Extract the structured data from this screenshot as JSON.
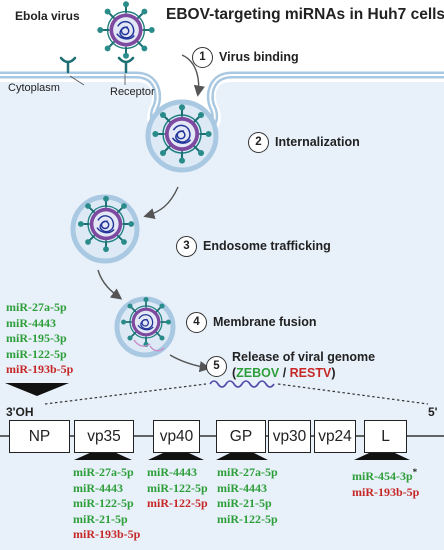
{
  "header": {
    "title": "EBOV-targeting miRNAs in Huh7 cells",
    "virus_label": "Ebola virus"
  },
  "cell": {
    "cytoplasm_label": "Cytoplasm",
    "receptor_label": "Receptor"
  },
  "steps": [
    {
      "num": "1",
      "label": "Virus binding"
    },
    {
      "num": "2",
      "label": "Internalization"
    },
    {
      "num": "3",
      "label": "Endosome trafficking"
    },
    {
      "num": "4",
      "label": "Membrane fusion"
    },
    {
      "num": "5",
      "label": "Release of viral genome"
    }
  ],
  "strain": {
    "open": "(",
    "zebov": "ZEBOV",
    "sep": " / ",
    "restv": "RESTV",
    "close": ")"
  },
  "left_mirnas": [
    {
      "text": "miR-27a-5p",
      "color": "green"
    },
    {
      "text": "miR-4443",
      "color": "green"
    },
    {
      "text": "miR-195-3p",
      "color": "green"
    },
    {
      "text": "miR-122-5p",
      "color": "green"
    },
    {
      "text": "miR-193b-5p",
      "color": "red"
    }
  ],
  "genome": {
    "end3": "3'OH",
    "end5": "5'",
    "genes": [
      "NP",
      "vp35",
      "vp40",
      "GP",
      "vp30",
      "vp24",
      "L"
    ]
  },
  "targets": {
    "vp35": [
      {
        "text": "miR-27a-5p",
        "color": "green"
      },
      {
        "text": "miR-4443",
        "color": "green"
      },
      {
        "text": "miR-122-5p",
        "color": "green"
      },
      {
        "text": "miR-21-5p",
        "color": "green"
      },
      {
        "text": "miR-193b-5p",
        "color": "red"
      }
    ],
    "vp40": [
      {
        "text": "miR-4443",
        "color": "green"
      },
      {
        "text": "miR-122-5p",
        "color": "green"
      },
      {
        "text": "miR-122-5p",
        "color": "red"
      }
    ],
    "gp": [
      {
        "text": "miR-27a-5p",
        "color": "green"
      },
      {
        "text": "miR-4443",
        "color": "green"
      },
      {
        "text": "miR-21-5p",
        "color": "green"
      },
      {
        "text": "miR-122-5p",
        "color": "green"
      }
    ],
    "l": [
      {
        "text": "miR-454-3p",
        "color": "green",
        "mark": "*"
      },
      {
        "text": "miR-193b-5p",
        "color": "red"
      }
    ]
  },
  "colors": {
    "green": "#2e9e3a",
    "red": "#c62828",
    "cytoplasm": "#e8f1fa",
    "membrane": "#a9c8e2"
  }
}
